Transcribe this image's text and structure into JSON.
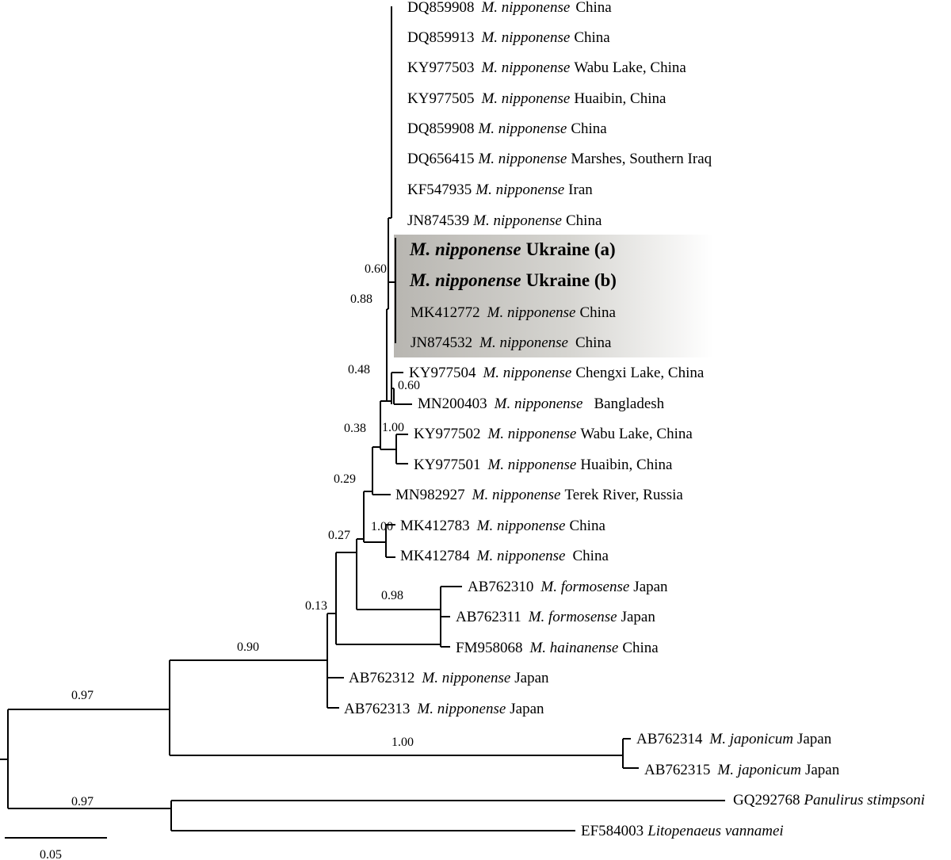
{
  "taxa": [
    {
      "acc": "DQ859908",
      "sp": "M. nipponense",
      "loc": "China",
      "bold": false
    },
    {
      "acc": "DQ859913",
      "sp": "M. nipponense",
      "loc": "China",
      "bold": false
    },
    {
      "acc": "KY977503",
      "sp": "M. nipponense",
      "loc": "Wabu Lake, China",
      "bold": false
    },
    {
      "acc": "KY977505",
      "sp": "M. nipponense",
      "loc": "Huaibin, China",
      "bold": false
    },
    {
      "acc": "DQ859908",
      "sp": "M. nipponense",
      "loc": "China",
      "bold": false
    },
    {
      "acc": "DQ656415",
      "sp": "M. nipponense",
      "loc": "Marshes, Southern Iraq",
      "bold": false
    },
    {
      "acc": "KF547935",
      "sp": "M. nipponense",
      "loc": "Iran",
      "bold": false
    },
    {
      "acc": "JN874539",
      "sp": "M. nipponense",
      "loc": "China",
      "bold": false
    },
    {
      "acc": "",
      "sp": "M. nipponense",
      "loc": "Ukraine (a)",
      "bold": true
    },
    {
      "acc": "",
      "sp": "M. nipponense",
      "loc": "Ukraine (b)",
      "bold": true
    },
    {
      "acc": "MK412772",
      "sp": "M. nipponense",
      "loc": "China",
      "bold": false
    },
    {
      "acc": "JN874532",
      "sp": "M. nipponense",
      "loc": "China",
      "bold": false
    },
    {
      "acc": "KY977504",
      "sp": "M. nipponense",
      "loc": "Chengxi Lake, China",
      "bold": false
    },
    {
      "acc": "MN200403",
      "sp": "M. nipponense",
      "loc": "Bangladesh",
      "bold": false
    },
    {
      "acc": "KY977502",
      "sp": "M. nipponense",
      "loc": "Wabu Lake, China",
      "bold": false
    },
    {
      "acc": "KY977501",
      "sp": "M. nipponense",
      "loc": "Huaibin, China",
      "bold": false
    },
    {
      "acc": "MN982927",
      "sp": "M. nipponense",
      "loc": "Terek River, Russia",
      "bold": false
    },
    {
      "acc": "MK412783",
      "sp": "M. nipponense",
      "loc": "China",
      "bold": false
    },
    {
      "acc": "MK412784",
      "sp": "M. nipponense",
      "loc": "China",
      "bold": false
    },
    {
      "acc": "AB762310",
      "sp": "M. formosense",
      "loc": "Japan",
      "bold": false
    },
    {
      "acc": "AB762311",
      "sp": "M. formosense",
      "loc": "Japan",
      "bold": false
    },
    {
      "acc": "FM958068",
      "sp": "M. hainanense",
      "loc": "China",
      "bold": false
    },
    {
      "acc": "AB762312",
      "sp": "M. nipponense",
      "loc": "Japan",
      "bold": false
    },
    {
      "acc": "AB762313",
      "sp": "M. nipponense",
      "loc": "Japan",
      "bold": false
    },
    {
      "acc": "AB762314",
      "sp": "M. japonicum",
      "loc": "Japan",
      "bold": false
    },
    {
      "acc": "AB762315",
      "sp": "M. japonicum",
      "loc": "Japan",
      "bold": false
    },
    {
      "acc": "GQ292768",
      "sp": "Panulirus stimpsoni",
      "loc": "",
      "bold": false
    },
    {
      "acc": "EF584003",
      "sp": "Litopenaeus vannamei",
      "loc": "",
      "bold": false
    }
  ],
  "support_values": [
    "0.60",
    "0.88",
    "0.48",
    "0.60",
    "1.00",
    "0.38",
    "0.29",
    "1.00",
    "0.27",
    "0.98",
    "0.13",
    "0.90",
    "0.97",
    "1.00",
    "0.97"
  ],
  "scale_bar": {
    "label": "0.05"
  },
  "colors": {
    "highlight_dark": "#b8b6b1",
    "highlight_light": "#ffffff"
  }
}
